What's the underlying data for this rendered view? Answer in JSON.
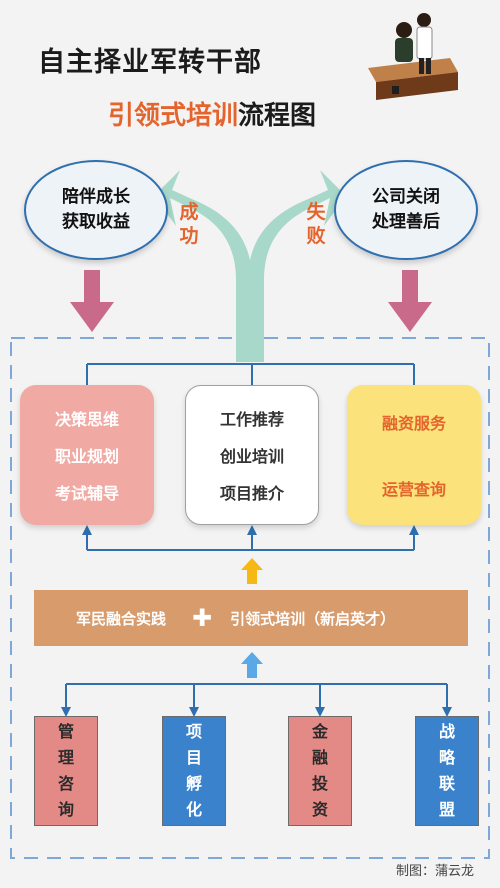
{
  "title": {
    "line1": "自主择业军转干部",
    "line2_accent": "引领式培训",
    "line2_rest": "流程图"
  },
  "outcomes": {
    "left": {
      "lines": [
        "陪伴成长",
        "获取收益"
      ]
    },
    "right": {
      "lines": [
        "公司关闭",
        "处理善后"
      ]
    }
  },
  "branch_labels": {
    "success": [
      "成",
      "功"
    ],
    "failure": [
      "失",
      "败"
    ]
  },
  "boxes": [
    {
      "lines": [
        "决策思维",
        "职业规划",
        "考试辅导"
      ]
    },
    {
      "lines": [
        "工作推荐",
        "创业培训",
        "项目推介"
      ]
    },
    {
      "lines": [
        "融资服务",
        "",
        "运营查询"
      ]
    }
  ],
  "banner": {
    "left_text": "军民融合实践",
    "plus": "✚",
    "right_text": "引领式培训（新启英才）"
  },
  "bottom_boxes": [
    {
      "chars": [
        "管",
        "理",
        "咨",
        "询"
      ],
      "style": "red"
    },
    {
      "chars": [
        "项",
        "目",
        "孵",
        "化"
      ],
      "style": "blue"
    },
    {
      "chars": [
        "金",
        "融",
        "投",
        "资"
      ],
      "style": "red"
    },
    {
      "chars": [
        "战",
        "略",
        "联",
        "盟"
      ],
      "style": "blue"
    }
  ],
  "credit": "制图：蒲云龙",
  "colors": {
    "accent_orange": "#e4642e",
    "pink_arrow": "#c96a8a",
    "teal_arrow": "#a8d8c9",
    "line_blue": "#2f6fb0",
    "dashed_blue": "#7fa8d8",
    "banner_tan": "#d79b6c",
    "up_arrow_yellow": "#f5b814",
    "up_arrow_blue": "#5aa9e6"
  },
  "icons": [
    "office-workers-illustration",
    "plus-icon",
    "arrow-down-icon",
    "arrow-up-icon",
    "split-arrow-icon"
  ]
}
